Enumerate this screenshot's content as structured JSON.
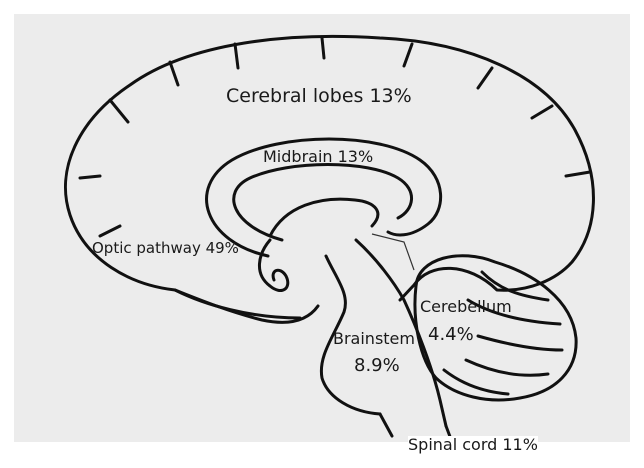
{
  "diagram": {
    "regions": [
      {
        "key": "cerebral_lobes",
        "name": "Cerebral lobes",
        "value": "13%"
      },
      {
        "key": "midbrain",
        "name": "Midbrain",
        "value": "13%"
      },
      {
        "key": "optic_pathway",
        "name": "Optic pathway",
        "value": "49%"
      },
      {
        "key": "cerebellum",
        "name": "Cerebellum",
        "value": "4.4%"
      },
      {
        "key": "brainstem",
        "name": "Brainstem",
        "value": "8.9%"
      },
      {
        "key": "spinal_cord",
        "name": "Spinal cord",
        "value": "11%"
      }
    ]
  },
  "labels": {
    "cerebral_lobes": "Cerebral lobes  13%",
    "midbrain": "Midbrain 13%",
    "optic_pathway": "Optic pathway 49%",
    "cerebellum_name": "Cerebellum",
    "cerebellum_value": "4.4%",
    "brainstem_name": "Brainstem",
    "brainstem_value": "8.9%",
    "spinal_cord": "Spinal cord  11%"
  }
}
